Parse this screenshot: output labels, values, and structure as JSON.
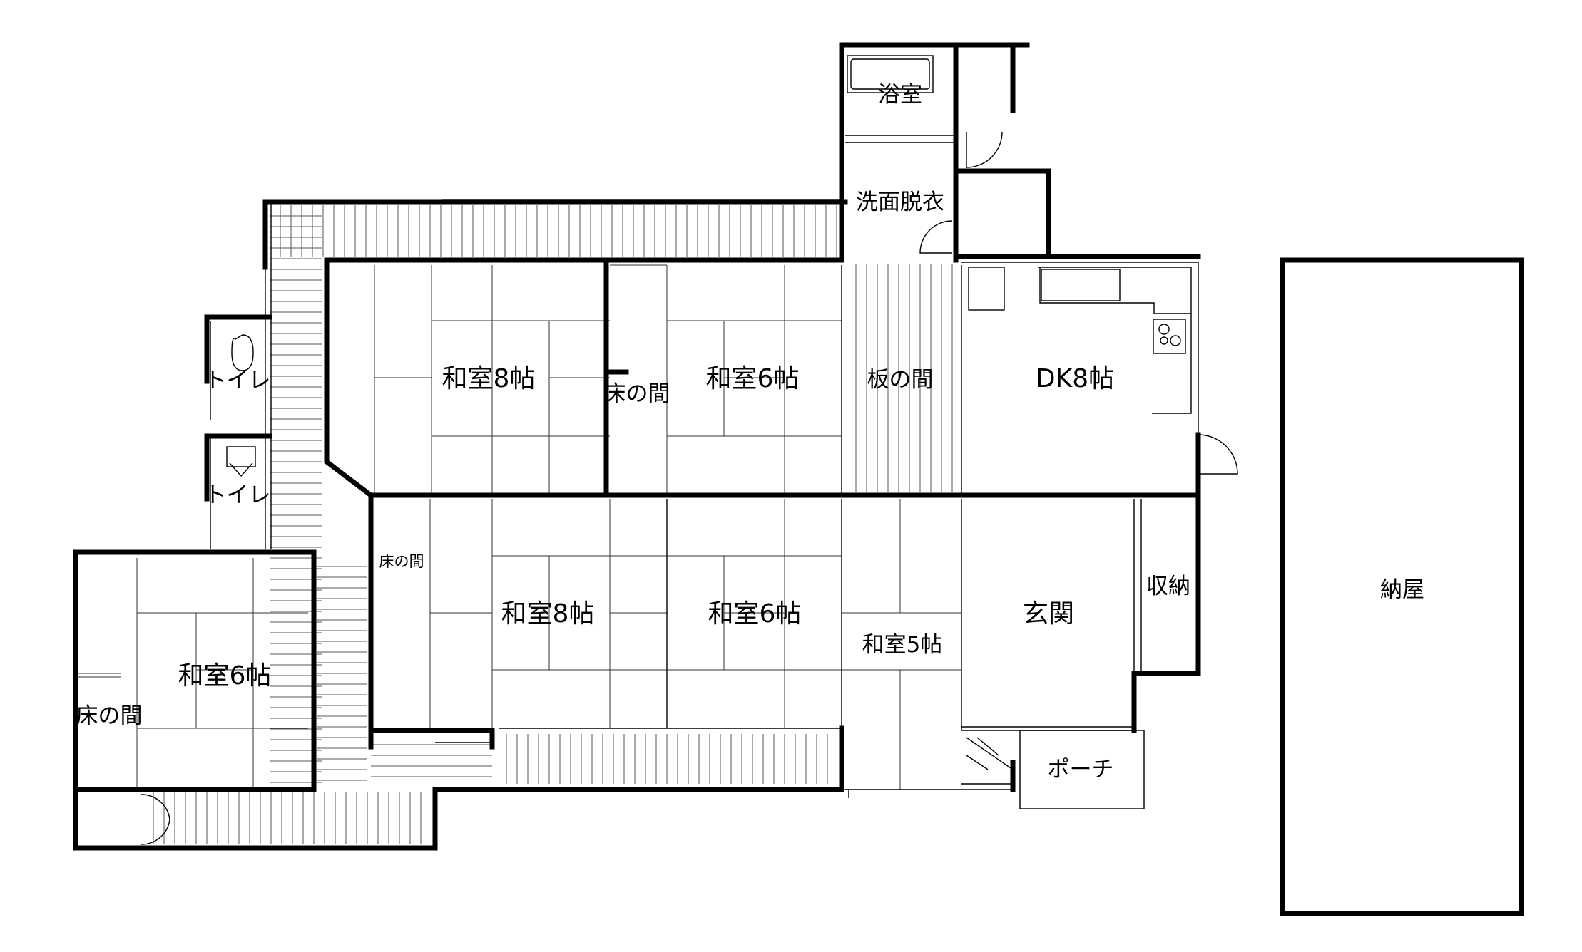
{
  "rooms": {
    "bath": "浴室",
    "wash": "洗面脱衣",
    "washitsu8_north": "和室8帖",
    "tokonoma_north": "床の間",
    "washitsu6_north": "和室6帖",
    "itanoma": "板の間",
    "dk": "DK8帖",
    "toilet1": "トイレ",
    "toilet2": "トイレ",
    "tokonoma_south": "床の間",
    "washitsu8_south": "和室8帖",
    "washitsu6_south": "和室6帖",
    "washitsu5": "和室5帖",
    "genkan": "玄関",
    "shuno": "収納",
    "washitsu6_west": "和室6帖",
    "tokonoma_west": "床の間",
    "porch": "ポーチ",
    "naya": "納屋"
  }
}
